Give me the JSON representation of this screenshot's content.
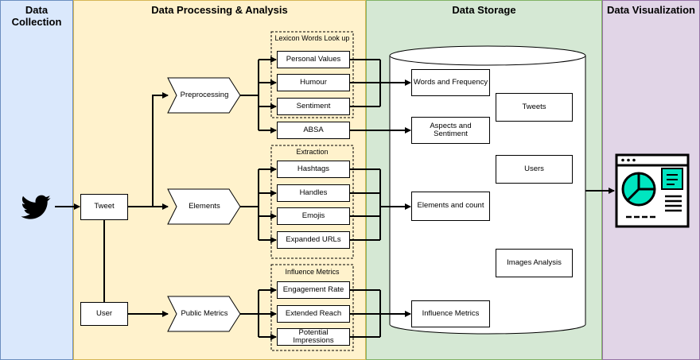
{
  "lanes": {
    "collection": "Data Collection",
    "processing": "Data Processing & Analysis",
    "storage": "Data Storage",
    "visualization": "Data Visualization"
  },
  "colors": {
    "collection": "#dae8fc",
    "processing": "#fff2cc",
    "storage": "#d5e8d4",
    "visualization": "#e1d5e7",
    "twitter": "#000000",
    "accent": "#00e5c0"
  },
  "sources": {
    "tweet": "Tweet",
    "user": "User"
  },
  "chevrons": {
    "preprocessing": "Preprocessing",
    "elements": "Elements",
    "public_metrics": "Public Metrics"
  },
  "groups": {
    "lexicon": {
      "title": "Lexicon Words Look up",
      "items": [
        "Personal Values",
        "Humour",
        "Sentiment"
      ]
    },
    "absa": "ABSA",
    "extraction": {
      "title": "Extraction",
      "items": [
        "Hashtags",
        "Handles",
        "Emojis",
        "Expanded URLs"
      ]
    },
    "influence": {
      "title": "Influence Metrics",
      "items": [
        "Engagement Rate",
        "Extended Reach",
        "Potential Impressions"
      ]
    }
  },
  "storage": {
    "words_frequency": "Words and Frequency",
    "aspects_sentiment": "Aspects and Sentiment",
    "elements_count": "Elements and count",
    "influence_metrics": "Influence Metrics",
    "tweets": "Tweets",
    "users": "Users",
    "images_analysis": "Images Analysis"
  }
}
